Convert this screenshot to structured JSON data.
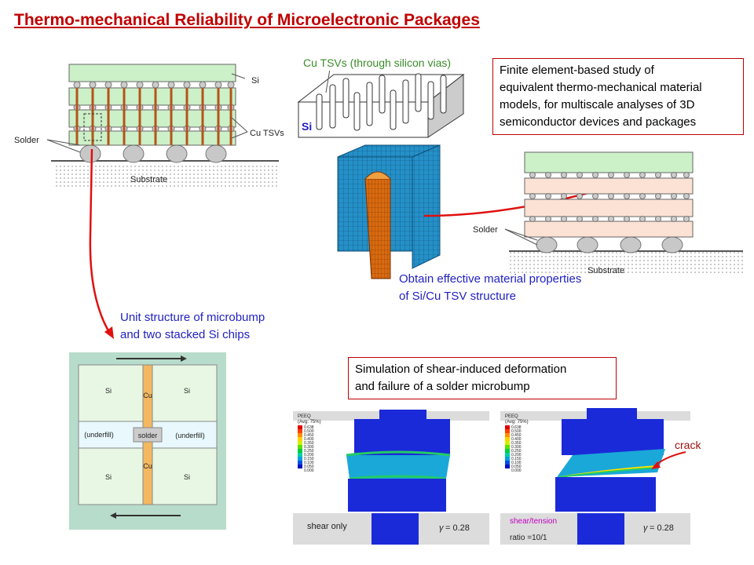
{
  "title": "Thermo-mechanical Reliability of Microelectronic Packages",
  "stack_diagram": {
    "si_label": "Si",
    "cu_tsv_label": "Cu TSVs",
    "solder_label": "Solder",
    "substrate_label": "Substrate"
  },
  "tsv_block": {
    "top_label": "Cu TSVs (through silicon vias)",
    "si_label": "Si"
  },
  "fe_study_box": {
    "text_line1": "Finite element-based study of",
    "text_line2": "equivalent thermo-mechanical material",
    "text_line3": "models, for multiscale analyses of 3D",
    "text_line4": "semiconductor devices and packages"
  },
  "eq_stack_diagram": {
    "solder_label": "Solder",
    "substrate_label": "Substrate"
  },
  "effective_props_caption": {
    "line1": "Obtain effective material properties",
    "line2": "of Si/Cu TSV structure"
  },
  "unit_caption": {
    "line1": "Unit structure of microbump",
    "line2": "and two stacked Si chips"
  },
  "unit_cell": {
    "si": "Si",
    "cu": "Cu",
    "underfill": "(underfill)",
    "solder": "solder"
  },
  "shear_box": {
    "line1": "Simulation of shear-induced deformation",
    "line2": "and failure of a solder microbump"
  },
  "sim_left": {
    "legend_title": "PEEQ",
    "legend_sub": "(Avg: 75%)",
    "legend_values": [
      "0.638",
      "0.500",
      "0.450",
      "0.400",
      "0.350",
      "0.300",
      "0.250",
      "0.200",
      "0.150",
      "0.100",
      "0.050",
      "0.000"
    ],
    "caption": "shear only",
    "gamma": "= 0.28",
    "gamma_symbol": "γ"
  },
  "sim_right": {
    "legend_title": "PEEQ",
    "legend_sub": "(Avg: 75%)",
    "legend_values": [
      "0.638",
      "0.500",
      "0.450",
      "0.400",
      "0.350",
      "0.300",
      "0.250",
      "0.200",
      "0.150",
      "0.100",
      "0.050",
      "0.000"
    ],
    "caption_line1": "shear/tension",
    "caption_line2": "ratio =10/1",
    "gamma": "= 0.28",
    "gamma_symbol": "γ",
    "crack_label": "crack"
  },
  "colors": {
    "title_red": "#c00000",
    "caption_blue": "#1f1fc0",
    "si_green": "#ccf0c8",
    "cu_orange": "#b5541a",
    "fe_blue": "#2080c0",
    "sim_blue": "#1a2ad8",
    "arrow_red": "#e01010"
  }
}
